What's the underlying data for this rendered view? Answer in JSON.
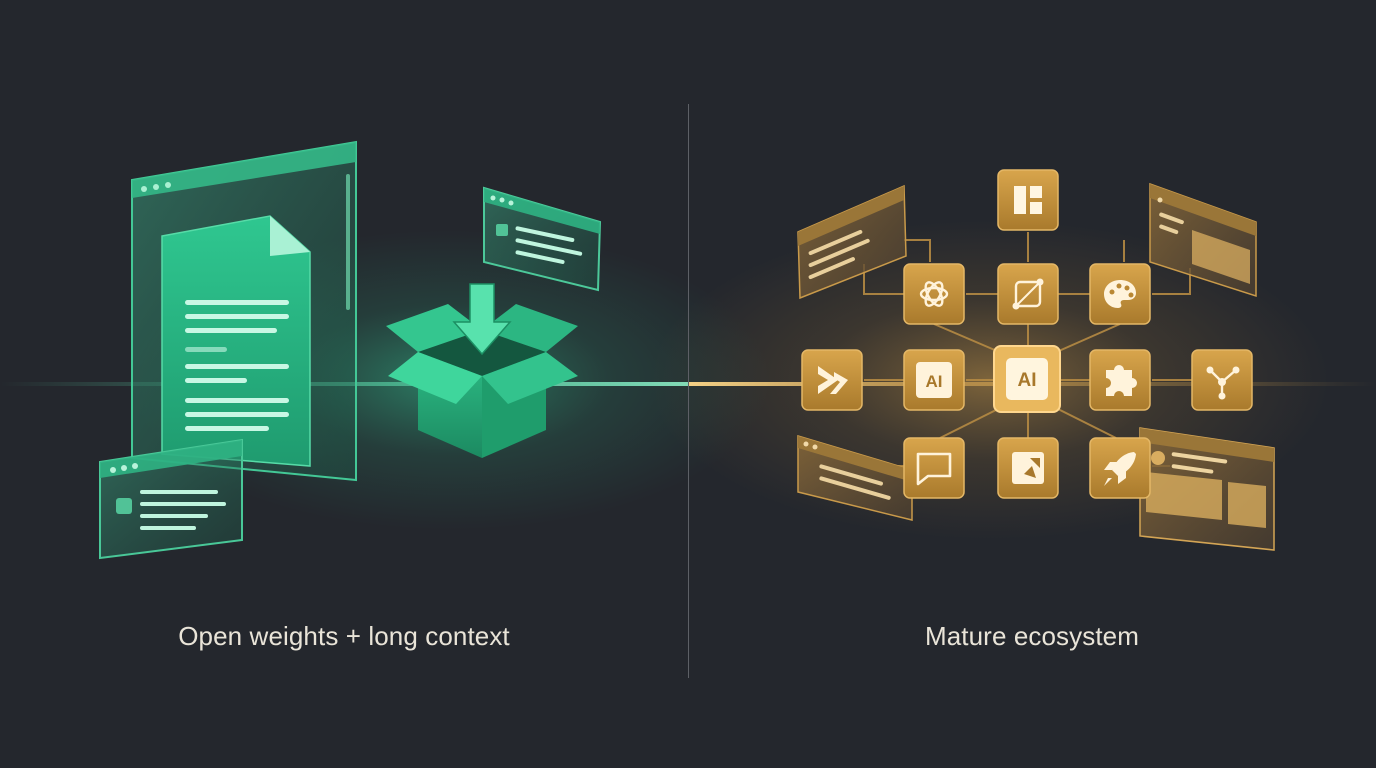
{
  "captions": {
    "left": "Open weights + long context",
    "right": "Mature ecosystem"
  },
  "icons": {
    "left": [
      "document-icon",
      "download-box-icon",
      "browser-window-icon"
    ],
    "ecosystem_nodes": [
      {
        "id": "top",
        "icon": "layout-panels-icon"
      },
      {
        "id": "r1a",
        "icon": "openai-knot-icon"
      },
      {
        "id": "r1b",
        "icon": "vector-node-icon"
      },
      {
        "id": "r1c",
        "icon": "palette-icon"
      },
      {
        "id": "r2a",
        "icon": "chevron-arrow-icon"
      },
      {
        "id": "r2b",
        "icon": "ai-badge-icon",
        "label": "AI"
      },
      {
        "id": "r2c",
        "icon": "ai-badge-icon",
        "label": "AI"
      },
      {
        "id": "r2d",
        "icon": "puzzle-icon"
      },
      {
        "id": "r2e",
        "icon": "branch-network-icon"
      },
      {
        "id": "r3a",
        "icon": "chat-bubble-icon"
      },
      {
        "id": "r3b",
        "icon": "route-sign-icon"
      },
      {
        "id": "r3c",
        "icon": "rocket-icon"
      }
    ]
  },
  "colors": {
    "background": "#24272d",
    "green": "#2fc28a",
    "green_light": "#7de5bb",
    "gold": "#c9973a",
    "gold_light": "#f0c773",
    "divider": "#5d6066",
    "caption": "#e9e4d8"
  }
}
